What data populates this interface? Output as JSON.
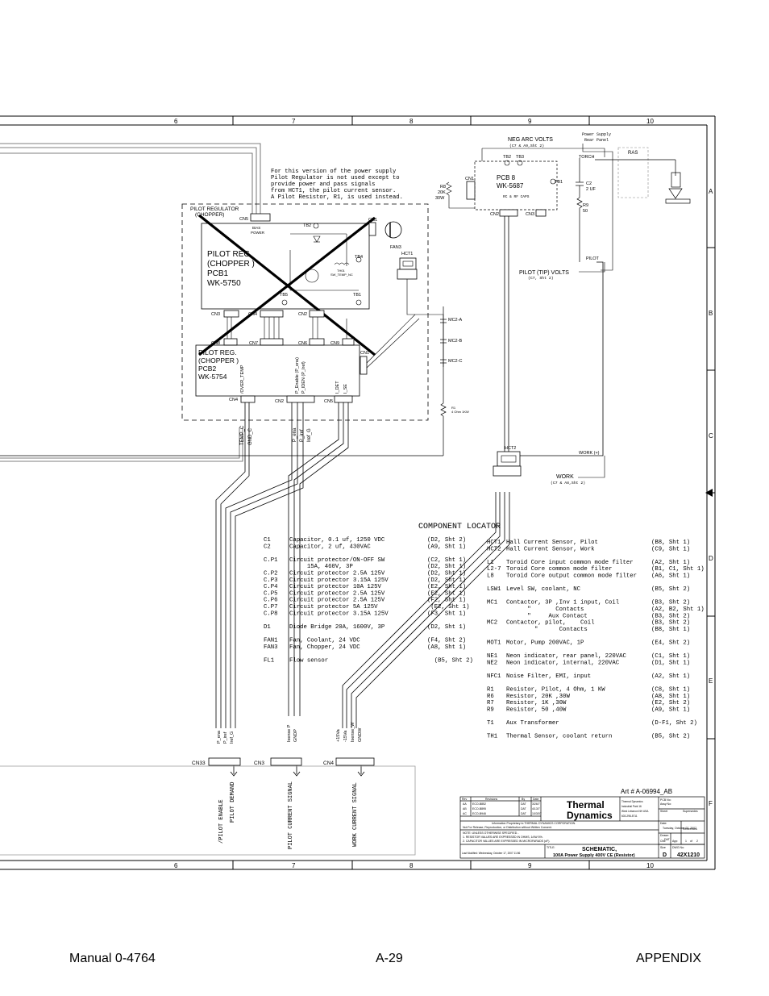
{
  "grid": {
    "columns": [
      "6",
      "7",
      "8",
      "9",
      "10"
    ],
    "rows": [
      "A",
      "B",
      "C",
      "D",
      "E",
      "F"
    ]
  },
  "note": [
    "For this version of the power supply",
    " Pilot Regulator is not used except to",
    "provide power and pass signals",
    "from HCT1, the pilot current sensor.",
    "A Pilot Resistor, R1, is used instead."
  ],
  "labels": {
    "neg_arc_volts": "NEG ARC VOLTS",
    "neg_arc_ref": "(C7 & A9,Sht 2)",
    "power_supply": "Power Supply",
    "rear_panel": "Rear Panel",
    "torch": "TORCH",
    "ras": "RAS",
    "tb2": "TB2",
    "tb3": "TB3",
    "cn1": "CN1",
    "pcb8": "PCB 8",
    "wk5687": "WK-5687",
    "rc_caps": "RC & RF CAPS",
    "tb1": "TB1",
    "c2": "C2",
    "c2_val": "2 UF",
    "r8": "R8",
    "r8_val": "20K",
    "r8_w": "30W",
    "cn2": "CN2",
    "cn3": "CN3",
    "r9": "R9",
    "r9_val": "50",
    "pilot": "PILOT",
    "pilot_reg_chopper": "PILOT REGULATOR",
    "chopper": "(CHOPPER)",
    "cn5": "CN5",
    "bias_power": "BIAS",
    "bias_power2": "POWER",
    "fan3": "FAN3",
    "hct1": "HCT1",
    "pcb1_l1": "PILOT REG.",
    "pcb1_l2": "(CHOPPER )",
    "pcb1_l3": "PCB1",
    "pcb1_l4": "WK-5750",
    "tb4": "TB4",
    "th01": "TH01",
    "sw_temp": "SW_TEMP_NC",
    "tb5": "TB5",
    "pilot_tip_volts": "PILOT (TIP) VOLTS",
    "pilot_tip_ref": "(C7, Sht 2)",
    "mc2a": "MC2-A",
    "mc2b": "MC2-B",
    "mc2c": "MC2-C",
    "r1": "R1",
    "r1_val": "4 Ohm 1KW",
    "cn4": "CN4",
    "cn8": "CN8",
    "cn7": "CN7",
    "cn6": "CN6",
    "cn9": "CN9",
    "pcb2_l1": "PILOT REG.",
    "pcb2_l2": "(CHOPPER )",
    "pcb2_l3": "PCB2",
    "pcb2_l4": "WK-5754",
    "over_temp": "/OVER_TEMP",
    "p_enable": "P_Enable (P_ena)",
    "p_iden": "P_IDEN (P_Iref)",
    "i_det": "I_DET",
    "i_se": "I_SE",
    "temp_c": "TEMP_C",
    "gnd_c": "GND_C",
    "p_ena": "P_ena",
    "p_iref": "P_iref",
    "iref_g": "Iref_G",
    "hct2": "HCT2",
    "work_plus": "WORK (+)",
    "work": "WORK",
    "work_ref": "(C7 & A8,Sht 2)",
    "cn33": "CN33",
    "cn3b": "CN3",
    "cn4b": "CN4",
    "pilot_enable": "/PILOT ENABLE",
    "pilot_demand": "PILOT DEMAND",
    "pilot_current_signal": "PILOT CURRENT SIGNAL",
    "work_current_signal": "WORK CURRENT SIGNAL",
    "plus15": "+15Va",
    "minus15": "-15Va",
    "isense_w": "Isense_W",
    "gndw": "GNDW",
    "isense_p": "Isense P",
    "gndp": "GNDP",
    "art_no": "Art # A-06994_AB"
  },
  "locator": {
    "title": "COMPONENT LOCATOR",
    "left": [
      [
        "C1",
        "Capacitor, 0.1 uf, 1250 VDC",
        "(D2, Sht 2)"
      ],
      [
        "C2",
        "Capacitor, 2 uf, 430VAC",
        "(A9, Sht 1)"
      ],
      [
        "",
        "",
        ""
      ],
      [
        "C.P1",
        "Circuit protector/ON-OFF SW",
        "(C2, Sht 1)"
      ],
      [
        "",
        "     15A, 460V, 3P",
        "(D2, Sht 1)"
      ],
      [
        "C.P2",
        "Circuit protector 2.5A 125V",
        "(D2, Sht 1)"
      ],
      [
        "C.P3",
        "Circuit protector 3.15A 125V",
        "(D2, Sht 1)"
      ],
      [
        "C.P4",
        "Circuit protector 10A 125V",
        "(E2, Sht 1)"
      ],
      [
        "C.P5",
        "Circuit protector 2.5A 125V",
        "(E2, Sht 1)"
      ],
      [
        "C.P6",
        "Circuit protector 2.5A 125V",
        "(F2, Sht 1)"
      ],
      [
        "C.P7",
        "Circuit protector 5A 125V",
        " (E2, Sht 1)"
      ],
      [
        "C.P8",
        "Circuit protector 3.15A 125V",
        "(F3, Sht 1)"
      ],
      [
        "",
        "",
        ""
      ],
      [
        "D1",
        "Diode Bridge 20A, 1600V, 3P",
        "(D2, Sht 1)"
      ],
      [
        "",
        "",
        ""
      ],
      [
        "FAN1",
        "Fan, Coolant, 24 VDC",
        "(F4, Sht 2)"
      ],
      [
        "FAN3",
        "Fan, Chopper, 24 VDC",
        "(A8, Sht 1)"
      ],
      [
        "",
        "",
        ""
      ],
      [
        "FL1",
        "Flow sensor",
        "  (B5, Sht 2)"
      ]
    ],
    "right": [
      [
        "HCT1",
        "Hall Current Sensor, Pilot",
        "(B8, Sht 1)"
      ],
      [
        "HCT2",
        "Hall Current Sensor, Work",
        "(C9, Sht 1)"
      ],
      [
        "",
        "",
        ""
      ],
      [
        "L1",
        "Toroid Core input common mode filter",
        "(A2, Sht 1)"
      ],
      [
        "L2-7",
        "Toroid Core common mode filter",
        "(B1, C1, Sht 1)"
      ],
      [
        "L8",
        "Toroid Core output common mode filter",
        "(A6, Sht 1)"
      ],
      [
        "",
        "",
        ""
      ],
      [
        "LSW1",
        "Level SW, coolant, NC",
        "(B5, Sht 2)"
      ],
      [
        "",
        "",
        ""
      ],
      [
        "MC1",
        "Contactor, 3P ,Inv 1 input, Coil",
        "(B3, Sht 2)"
      ],
      [
        "",
        "      \"       Contacts",
        "(A2, B2, Sht 1)"
      ],
      [
        "",
        "      \"     Aux Contact",
        "(B3, Sht 2)"
      ],
      [
        "MC2",
        "Contactor, pilot,    Coil",
        "(B3, Sht 2)"
      ],
      [
        "",
        "        \"      Contacts",
        "(B8, Sht 1)"
      ],
      [
        "",
        "",
        ""
      ],
      [
        "MOT1",
        "Motor, Pump 200VAC, 1P",
        "(E4, Sht 2)"
      ],
      [
        "",
        "",
        ""
      ],
      [
        "NE1",
        "Neon indicator, rear panel, 220VAC",
        "(C1, Sht 1)"
      ],
      [
        "NE2",
        "Neon indicator, internal, 220VAC",
        "(D1, Sht 1)"
      ],
      [
        "",
        "",
        ""
      ],
      [
        "NFC1",
        "Noise Filter, EMI, input",
        "(A2, Sht 1)"
      ],
      [
        "",
        "",
        ""
      ],
      [
        "R1",
        "Resistor, Pilot, 4 Ohm, 1 KW",
        "(C8, Sht 1)"
      ],
      [
        "R6",
        "Resistor, 20K ,30W",
        "(A8, Sht 1)"
      ],
      [
        "R7",
        "Resistor, 1K ,30W",
        "(E2, Sht 2)"
      ],
      [
        "R9",
        "Resistor, 50 ,40W",
        "(A9, Sht 1)"
      ],
      [
        "",
        "",
        ""
      ],
      [
        "T1",
        "Aux Transformer",
        "(D-F1, Sht 2)"
      ],
      [
        "",
        "",
        ""
      ],
      [
        "TH1",
        "Thermal Sensor, coolant return",
        "(B5, Sht 2)"
      ]
    ]
  },
  "title_block": {
    "rev_hdr": "Rev",
    "revisions_hdr": "Revisions",
    "by_hdr": "By",
    "date_hdr": "Date",
    "revs": [
      [
        "AA",
        "ECO-B852",
        "DAT",
        "3/26/7"
      ],
      [
        "AB",
        "ECO-B895",
        "DAT",
        "4/13/7"
      ],
      [
        "AC",
        "ECO-B946",
        "DAT",
        "10/3/07"
      ]
    ],
    "company_l1": "Thermal",
    "company_l2": "Dynamics",
    "address": [
      "Thermal Dynamics",
      "Industrial Park 16",
      "West Lebanon NH USA",
      "603-298-5711"
    ],
    "pcb_no": "PCB No:",
    "assy_no": "Assy No:",
    "sheet_lbl": "Sheet",
    "supersedes": "Supersedes",
    "proprietary": "Information Proprietary to THERMAL DYNAMICS CORPORATION.",
    "not_release": "Not For Release, Reproduction, or Distribution without Written Consent.",
    "notes_hdr": "NOTE: UNLESS OTHERWISE SPECIFIED -",
    "note1": "1. RESISTOR VALUES ARE EXPRESSED IN OHMS, 1/4W 5%.",
    "note2": "2. CAPACITOR VALUES ARE EXPRESSED IN MICROFARADS (uF).",
    "date_lbl": "Date:",
    "date_val": "Tuesday, October 02, 2007",
    "drawn_lbl": "Drawn:",
    "drawn_val": "DAT",
    "references": "References",
    "chk_lbl": "Chk:",
    "app_lbl": "App:",
    "sheet_num": "1",
    "sheet_of": "of",
    "sheet_total": "2",
    "last_modified": "Last Modified: Wednesday, October 17, 2007 11:56",
    "title_lbl": "TITLE:",
    "title1": "SCHEMATIC,",
    "title2": "100A Power Supply 400V CE (Resistor)",
    "size_lbl": "Size",
    "size_val": "D",
    "dwg_lbl": "DWG No:",
    "dwg_val": "42X1210"
  },
  "footer": {
    "manual": "Manual  0-4764",
    "page": "A-29",
    "section": "APPENDIX"
  }
}
